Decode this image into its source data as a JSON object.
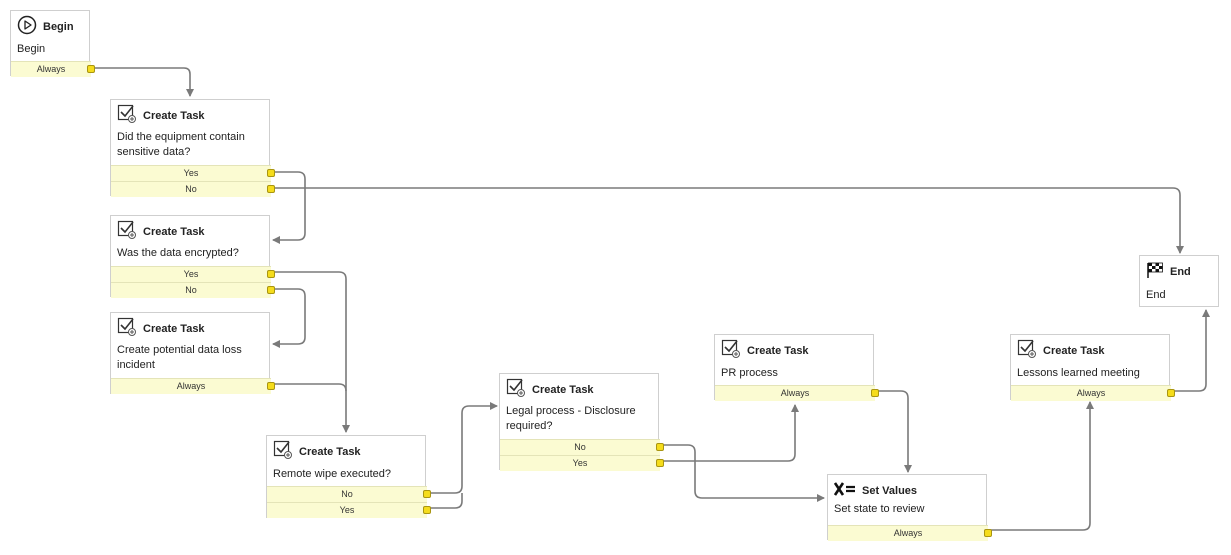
{
  "nodes": {
    "begin": {
      "title": "Begin",
      "desc": "Begin",
      "icon": "play-circle-icon",
      "outputs": [
        "Always"
      ]
    },
    "task1": {
      "title": "Create Task",
      "desc": "Did the equipment contain sensitive data?",
      "icon": "task-icon",
      "outputs": [
        "Yes",
        "No"
      ]
    },
    "task2": {
      "title": "Create Task",
      "desc": "Was the data encrypted?",
      "icon": "task-icon",
      "outputs": [
        "Yes",
        "No"
      ]
    },
    "task3": {
      "title": "Create Task",
      "desc": "Create potential data loss incident",
      "icon": "task-icon",
      "outputs": [
        "Always"
      ]
    },
    "task4": {
      "title": "Create Task",
      "desc": "Remote wipe executed?",
      "icon": "task-icon",
      "outputs": [
        "No",
        "Yes"
      ]
    },
    "task5": {
      "title": "Create Task",
      "desc": "Legal process - Disclosure required?",
      "icon": "task-icon",
      "outputs": [
        "No",
        "Yes"
      ]
    },
    "task6": {
      "title": "Create Task",
      "desc": "PR process",
      "icon": "task-icon",
      "outputs": [
        "Always"
      ]
    },
    "setvalues": {
      "title": "Set Values",
      "desc": "Set state to review",
      "icon": "set-values-icon",
      "outputs": [
        "Always"
      ]
    },
    "task7": {
      "title": "Create Task",
      "desc": "Lessons learned meeting",
      "icon": "task-icon",
      "outputs": [
        "Always"
      ]
    },
    "end": {
      "title": "End",
      "desc": "End",
      "icon": "checkered-flag-icon",
      "outputs": []
    }
  },
  "colors": {
    "wire": "#7a7a7a",
    "output_bg": "#fbfbd2",
    "port": "#f5dc1c"
  }
}
